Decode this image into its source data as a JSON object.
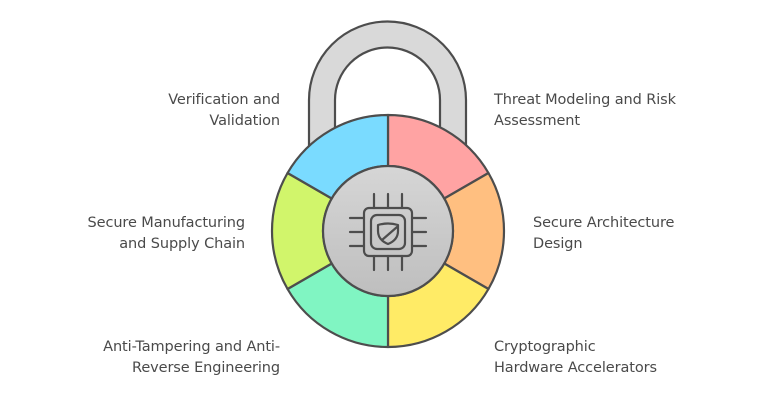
{
  "diagram": {
    "type": "lock-wheel",
    "center_icon": "chip-shield-icon",
    "segments": [
      {
        "id": "threat-modeling",
        "lines": [
          "Threat Modeling and Risk",
          "Assessment"
        ],
        "color": "#FFA3A3",
        "position": "top-right"
      },
      {
        "id": "secure-architecture",
        "lines": [
          "Secure Architecture",
          "Design"
        ],
        "color": "#FFBF80",
        "position": "right"
      },
      {
        "id": "cryptographic-accelerators",
        "lines": [
          "Cryptographic",
          "Hardware Accelerators"
        ],
        "color": "#FFEB66",
        "position": "bottom-right"
      },
      {
        "id": "anti-tampering",
        "lines": [
          "Anti-Tampering and Anti-",
          "Reverse Engineering"
        ],
        "color": "#80F5C2",
        "position": "bottom-left"
      },
      {
        "id": "secure-manufacturing",
        "lines": [
          "Secure Manufacturing",
          "and Supply Chain"
        ],
        "color": "#D1F56B",
        "position": "left"
      },
      {
        "id": "verification",
        "lines": [
          "Verification and",
          "Validation"
        ],
        "color": "#7ADBFF",
        "position": "top-left"
      }
    ],
    "colors": {
      "stroke": "#4D4D4D",
      "shackle_fill": "#D9D9D9",
      "hub_fill_top": "#D6D6D6",
      "hub_fill_bottom": "#BDBDBD",
      "text": "#4A4A4A"
    }
  }
}
